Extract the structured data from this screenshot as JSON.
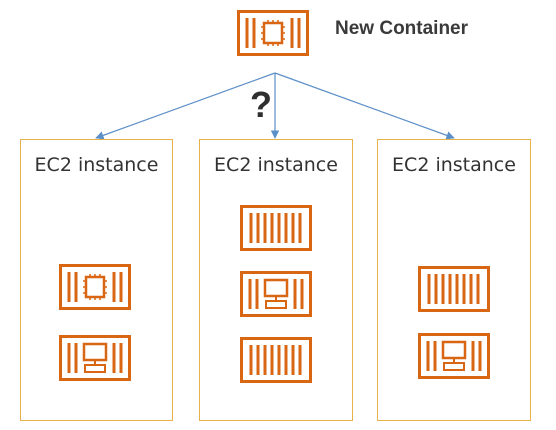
{
  "header": {
    "title": "New Container",
    "question_mark": "?"
  },
  "instances": [
    {
      "label": "EC2 instance",
      "containers": [
        "chip-container",
        "monitor-container"
      ]
    },
    {
      "label": "EC2 instance",
      "containers": [
        "plain-container",
        "monitor-container",
        "plain-container"
      ]
    },
    {
      "label": "EC2 instance",
      "containers": [
        "plain-container",
        "monitor-container"
      ]
    }
  ],
  "colors": {
    "container_stroke": "#d86613",
    "box_border": "#e8b24a",
    "arrow": "#5b8fc7"
  }
}
